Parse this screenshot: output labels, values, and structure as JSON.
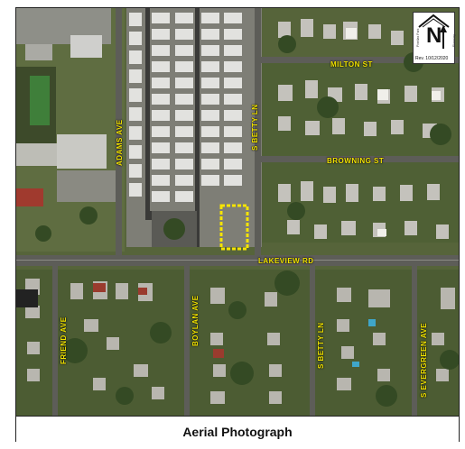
{
  "map": {
    "caption": "Aerial Photograph",
    "north_arrow": {
      "letter": "N",
      "revision": "Rev. 10/12/2020",
      "side_text_left": "Pinellas Park",
      "side_text_right": "Planning"
    },
    "streets": {
      "milton": "MILTON ST",
      "browning": "BROWNING ST",
      "lakeview": "LAKEVIEW RD",
      "adams": "ADAMS AVE",
      "betty_north": "S BETTY LN",
      "betty_south": "S BETTY LN",
      "friend": "FRIEND AVE",
      "boylan": "BOYLAN AVE",
      "evergreen": "S EVERGREEN AVE"
    },
    "colors": {
      "highlight": "#f5e400",
      "label": "#f3e500"
    }
  }
}
